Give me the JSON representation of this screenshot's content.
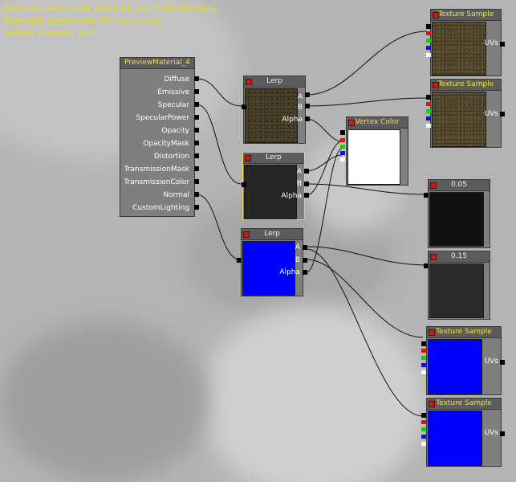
{
  "stats": {
    "line1": "Emissive pixel shader with light map: 59 instructions",
    "line2": "Point light pixel shader: 50 instructions",
    "line3": "Texture samplers: 4/13"
  },
  "material": {
    "title": "PreviewMaterial_4",
    "inputs": [
      "Diffuse",
      "Emissive",
      "Specular",
      "SpecularPower",
      "Opacity",
      "OpacityMask",
      "Distortion",
      "TransmissionMask",
      "TransmissionColor",
      "Normal",
      "CustomLighting"
    ]
  },
  "lerp_nodes": [
    {
      "title": "Lerp",
      "pin_a": "A",
      "pin_b": "B",
      "pin_alpha": "Alpha",
      "preview": "dark-texture"
    },
    {
      "title": "Lerp",
      "pin_a": "A",
      "pin_b": "B",
      "pin_alpha": "Alpha",
      "preview": "dark-grey"
    },
    {
      "title": "Lerp",
      "pin_a": "A",
      "pin_b": "B",
      "pin_alpha": "Alpha",
      "preview": "blue"
    }
  ],
  "vertex_color": {
    "title": "Vertex Color",
    "preview": "white"
  },
  "constants": [
    {
      "title": "0.05",
      "preview": "near-black"
    },
    {
      "title": "0.15",
      "preview": "dark-grey"
    }
  ],
  "texture_samples": [
    {
      "title": "Texture Sample",
      "uv_label": "UVs",
      "preview": "brown-texture"
    },
    {
      "title": "Texture Sample",
      "uv_label": "UVs",
      "preview": "brown-texture"
    },
    {
      "title": "Texture Sample",
      "uv_label": "UVs",
      "preview": "blue"
    },
    {
      "title": "Texture Sample",
      "uv_label": "UVs",
      "preview": "blue"
    }
  ],
  "colors": {
    "background": "#b4b4b4",
    "stats_text": "#f0e000",
    "node_body": "#7f7f7f",
    "node_title_bar": "#5c5c5c",
    "title_text": "#f0e040",
    "selected_border": "#e8d44a",
    "blue_preview": "#0000ff",
    "pin_red": "#e01010",
    "pin_green": "#10d010",
    "pin_blue": "#1010e0",
    "pin_white": "#ffffff"
  }
}
